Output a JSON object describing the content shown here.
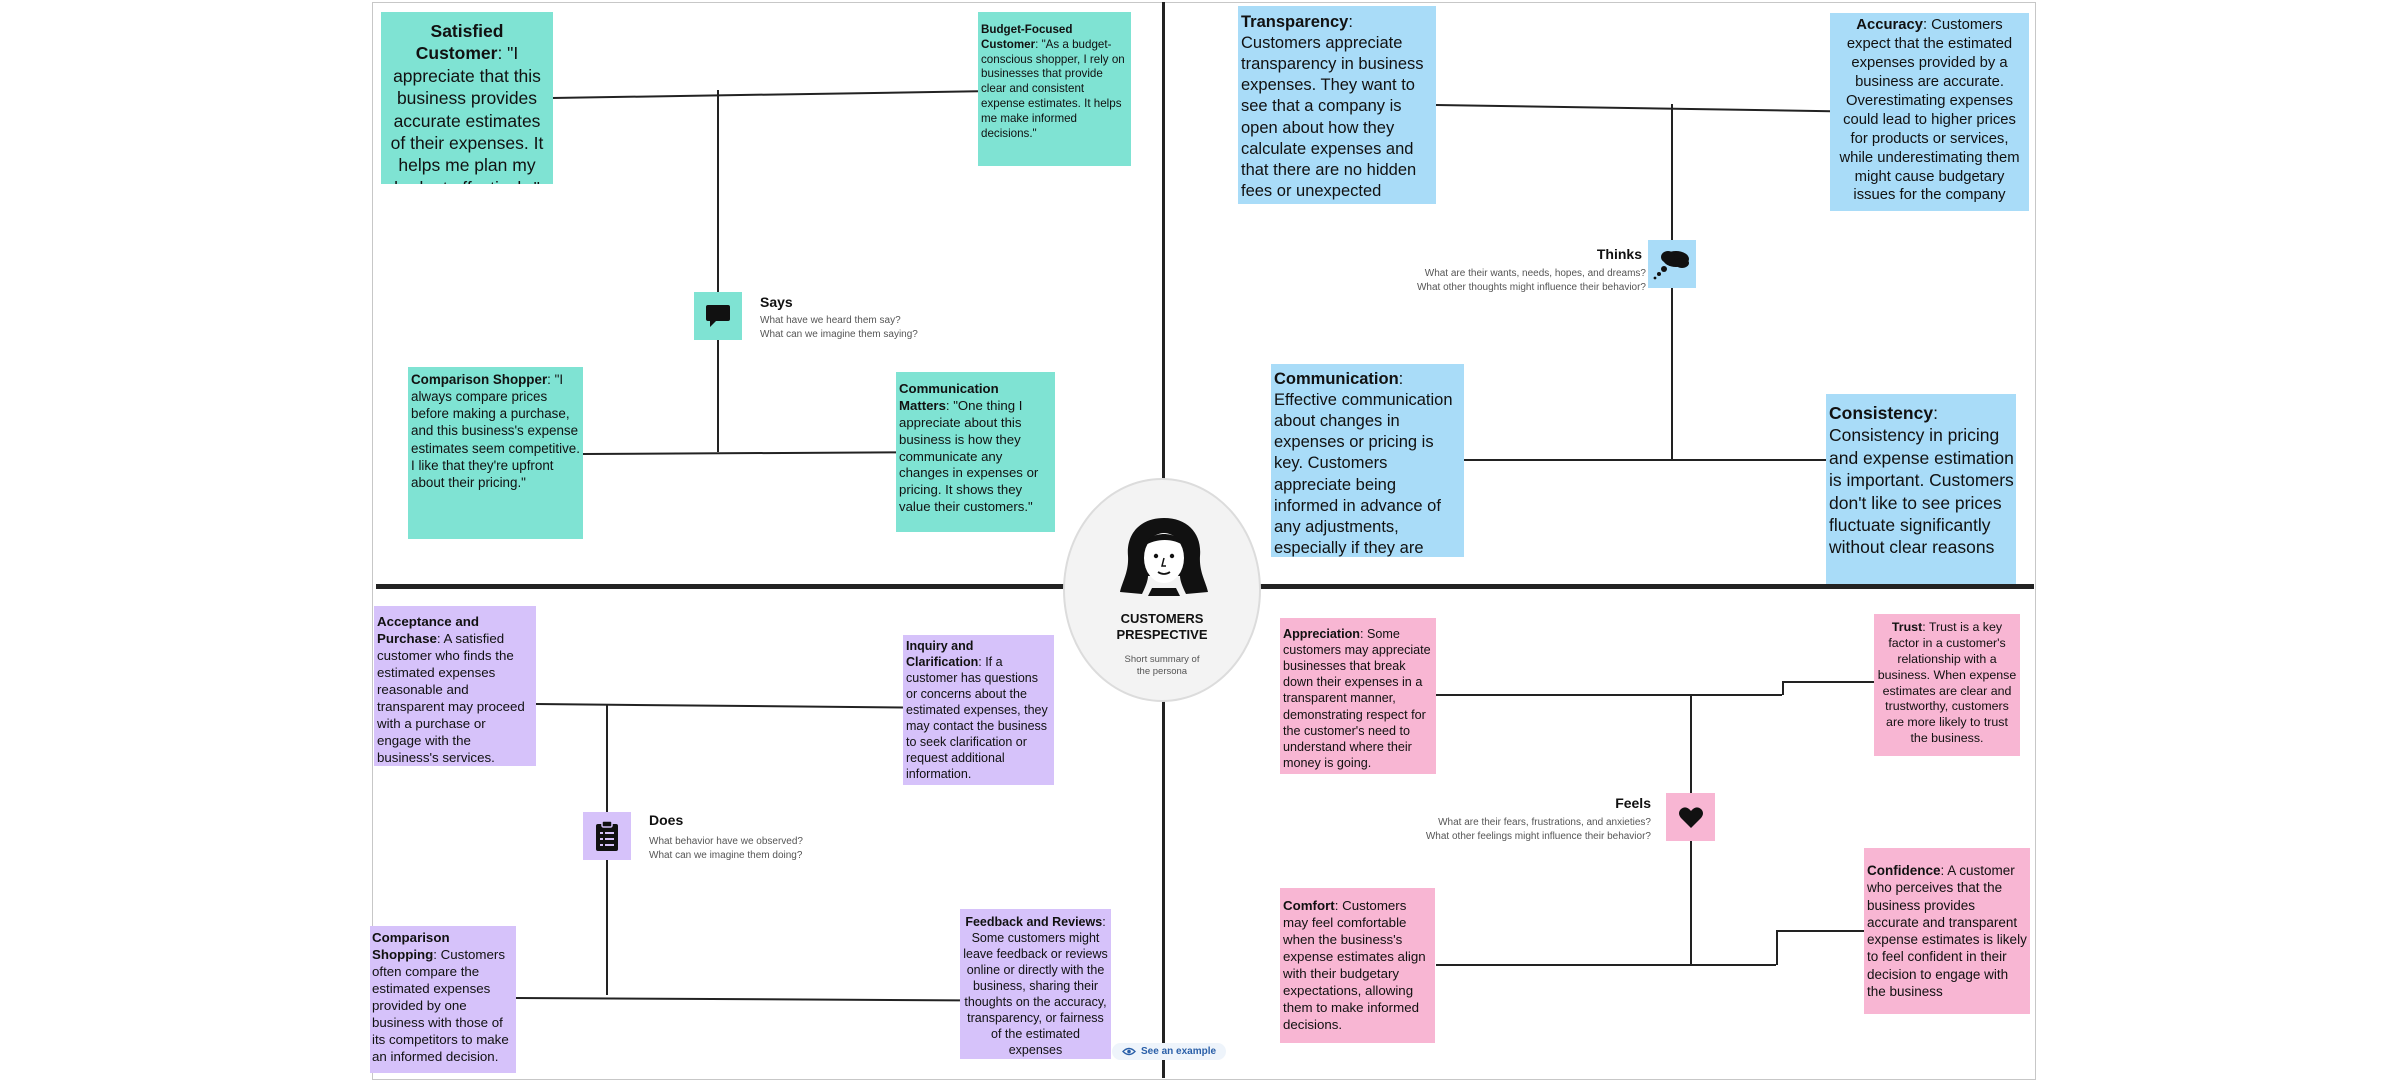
{
  "says": {
    "title": "Says",
    "q1": "What have we heard them say?",
    "q2": "What can we imagine them saying?",
    "notes": [
      {
        "head": "Satisfied Customer",
        "body": ": \"I appreciate that this business provides accurate estimates of their expenses. It helps me plan my budget effectively.\""
      },
      {
        "head": "Budget-Focused Customer",
        "body": ": \"As a budget-conscious shopper, I rely on businesses that provide clear and consistent expense estimates. It helps me make informed decisions.\""
      },
      {
        "head": "Comparison Shopper",
        "body": ": \"I always compare prices before making a purchase, and this business's expense estimates seem competitive. I like that they're upfront about their pricing.\""
      },
      {
        "head": "Communication Matters",
        "body": ": \"One thing I appreciate about this business is how they communicate any changes in expenses or pricing. It shows they value their customers.\""
      }
    ]
  },
  "thinks": {
    "title": "Thinks",
    "q1": "What are their wants, needs, hopes, and dreams?",
    "q2": "What other thoughts might influence their behavior?",
    "notes": [
      {
        "head": "Transparency",
        "body": ": Customers appreciate transparency in business expenses. They want to see that a company is open about how they calculate expenses and that there are no hidden fees or unexpected charges"
      },
      {
        "head": "Accuracy",
        "body": ": Customers expect that the estimated expenses provided by a business are accurate. Overestimating expenses could lead to higher prices for products or services, while underestimating them might cause budgetary issues for the company"
      },
      {
        "head": "Communication",
        "body": ": Effective communication about changes in expenses or pricing is key. Customers appreciate being informed in advance of any adjustments, especially if they are long-time patrons of the business"
      },
      {
        "head": "Consistency",
        "body": ": Consistency in pricing and expense estimation is important. Customers don't like to see prices fluctuate significantly without clear reasons"
      }
    ]
  },
  "does": {
    "title": "Does",
    "q1": "What behavior have we observed?",
    "q2": "What can we imagine them doing?",
    "notes": [
      {
        "head": "Acceptance and Purchase",
        "body": ": A satisfied customer who finds the estimated expenses reasonable and transparent may proceed with a purchase or engage with the business's services."
      },
      {
        "head": "Inquiry and Clarification",
        "body": ": If a customer has questions or concerns about the estimated expenses, they may contact the business to seek clarification or request additional information."
      },
      {
        "head": "Comparison Shopping",
        "body": ": Customers often compare the estimated expenses provided by one business with those of its competitors to make an informed decision."
      },
      {
        "head": "Feedback and Reviews",
        "body": ": Some customers might leave feedback or reviews online or directly with the business, sharing their thoughts on the accuracy, transparency, or fairness of the estimated expenses"
      }
    ]
  },
  "feels": {
    "title": "Feels",
    "q1": "What are their fears, frustrations, and anxieties?",
    "q2": "What other feelings might influence their behavior?",
    "notes": [
      {
        "head": "Appreciation",
        "body": ": Some customers may appreciate businesses that break down their expenses in a transparent manner, demonstrating respect for the customer's need to understand where their money is going."
      },
      {
        "head": "Trust",
        "body": ": Trust is a key factor in a customer's relationship with a business. When expense estimates are clear and trustworthy, customers are more likely to trust the business."
      },
      {
        "head": "Comfort",
        "body": ": Customers may feel comfortable when the business's expense estimates align with their budgetary expectations, allowing them to make informed decisions."
      },
      {
        "head": "Confidence",
        "body": ": A customer who perceives that the business provides accurate and transparent expense estimates is likely to feel confident in their decision to engage with the business"
      }
    ]
  },
  "persona": {
    "title_line1": "CUSTOMERS",
    "title_line2": "PRESPECTIVE",
    "summary_line1": "Short summary of",
    "summary_line2": "the persona"
  },
  "see_example": "See an example",
  "colors": {
    "says": "#7fe3d3",
    "thinks": "#a9dcf8",
    "does": "#d6c2fa",
    "feels": "#f8b6d3"
  },
  "icons": {
    "says": "speech-bubble-icon",
    "thinks": "thought-cloud-icon",
    "does": "clipboard-icon",
    "feels": "heart-icon",
    "persona": "woman-face-icon",
    "example": "eye-icon"
  }
}
